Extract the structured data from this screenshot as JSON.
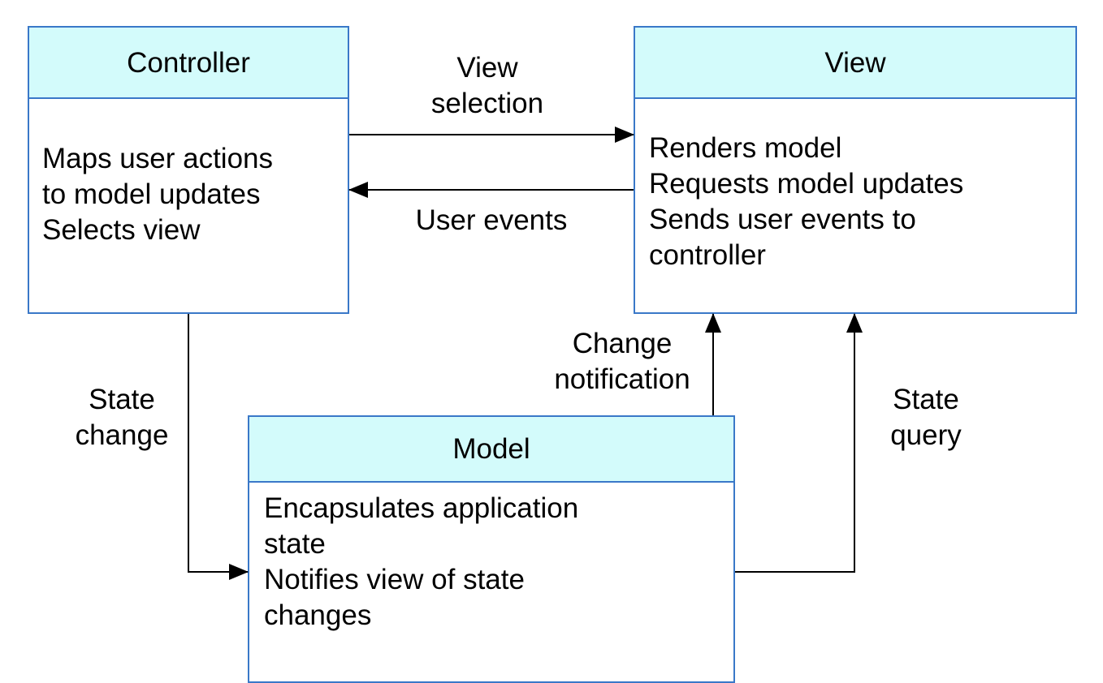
{
  "controller": {
    "title": "Controller",
    "lines": [
      "Maps user actions",
      "to model updates",
      "Selects view"
    ]
  },
  "view": {
    "title": "View",
    "lines": [
      "Renders model",
      "Requests model updates",
      "Sends user events to",
      "controller"
    ]
  },
  "model": {
    "title": "Model",
    "lines": [
      "Encapsulates application",
      "state",
      "Notifies view of state",
      "changes"
    ]
  },
  "edges": {
    "view_selection": [
      "View",
      "selection"
    ],
    "user_events": [
      "User events"
    ],
    "state_change": [
      "State",
      "change"
    ],
    "change_notification": [
      "Change",
      "notification"
    ],
    "state_query": [
      "State",
      "query"
    ]
  },
  "colors": {
    "box_border": "#3a78c8",
    "header_fill": "#d3fbfb",
    "arrow": "#000000"
  }
}
